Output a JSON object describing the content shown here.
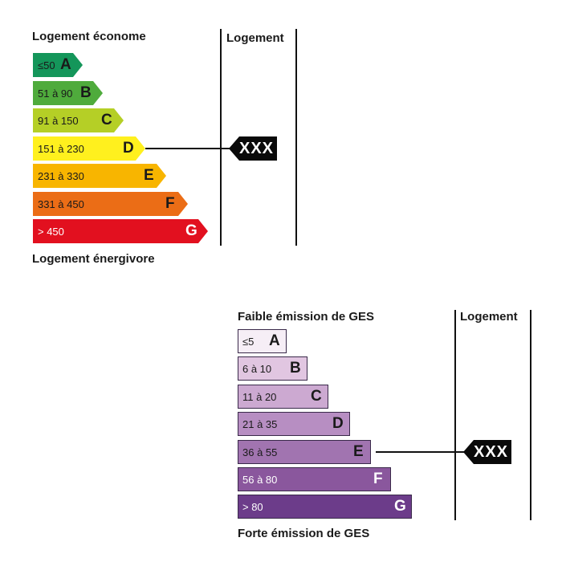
{
  "energy": {
    "top_label": "Logement économe",
    "bottom_label": "Logement énergivore",
    "column_header": "Logement",
    "marker_value": "XXX",
    "rating": "D",
    "classes": [
      {
        "letter": "A",
        "range": "≤50",
        "color": "#14965a"
      },
      {
        "letter": "B",
        "range": "51 à 90",
        "color": "#4fab3c"
      },
      {
        "letter": "C",
        "range": "91 à 150",
        "color": "#b5cf26"
      },
      {
        "letter": "D",
        "range": "151 à 230",
        "color": "#fff01e"
      },
      {
        "letter": "E",
        "range": "231 à 330",
        "color": "#f8b500"
      },
      {
        "letter": "F",
        "range": "331 à 450",
        "color": "#eb6d16"
      },
      {
        "letter": "G",
        "range": "> 450",
        "color": "#e2101f"
      }
    ]
  },
  "ges": {
    "top_label": "Faible émission de GES",
    "bottom_label": "Forte émission de GES",
    "column_header": "Logement",
    "marker_value": "XXX",
    "rating": "E",
    "classes": [
      {
        "letter": "A",
        "range": "≤5",
        "color": "#f6eef6"
      },
      {
        "letter": "B",
        "range": "6 à 10",
        "color": "#e1c6e1"
      },
      {
        "letter": "C",
        "range": "11 à 20",
        "color": "#cca9d1"
      },
      {
        "letter": "D",
        "range": "21 à 35",
        "color": "#b78ec2"
      },
      {
        "letter": "E",
        "range": "36 à 55",
        "color": "#a174b0"
      },
      {
        "letter": "F",
        "range": "56 à 80",
        "color": "#8a579d"
      },
      {
        "letter": "G",
        "range": "> 80",
        "color": "#6c3c8a"
      }
    ]
  }
}
